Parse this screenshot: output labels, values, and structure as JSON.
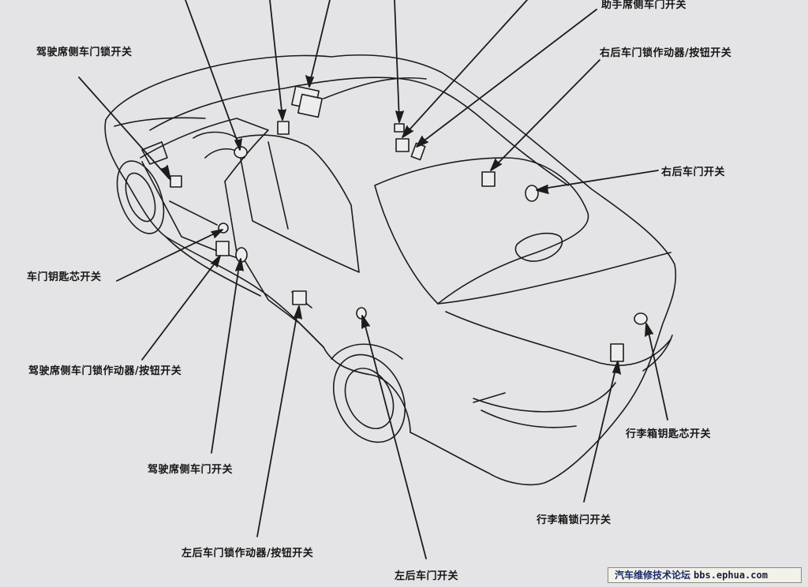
{
  "labels": {
    "partial_top": "助手席侧车门开关",
    "right_rear_lock_actuator": "右后车门锁作动器/按钮开关",
    "driver_door_lock_switch": "驾驶席侧车门锁开关",
    "right_rear_door_switch": "右后车门开关",
    "door_key_cylinder_switch": "车门钥匙芯开关",
    "driver_lock_actuator": "驾驶席侧车门锁作动器/按钮开关",
    "trunk_key_cylinder_switch": "行李箱钥匙芯开关",
    "driver_door_switch": "驾驶席侧车门开关",
    "trunk_latch_switch": "行李箱锁闩开关",
    "left_rear_lock_actuator": "左后车门锁作动器/按钮开关",
    "left_rear_door_switch": "左后车门开关"
  },
  "watermark": {
    "site_name": "汽车维修技术论坛",
    "url": "bbs.ephua.com"
  }
}
